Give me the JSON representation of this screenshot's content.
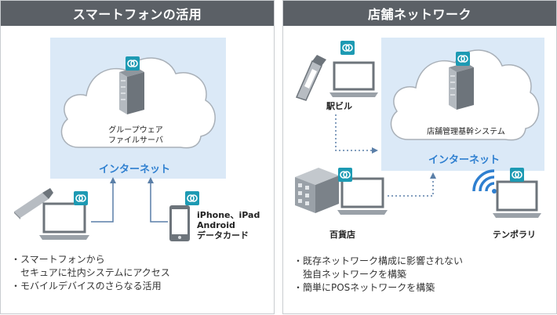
{
  "left_panel": {
    "title": "スマートフォンの活用",
    "server_label_line1": "グループウェア",
    "server_label_line2": "ファイルサーバ",
    "internet_label": "インターネット",
    "devices_label_line1": "iPhone、iPad",
    "devices_label_line2": "Android",
    "devices_label_line3": "データカード",
    "bullets": [
      "・スマートフォンから",
      "　セキュアに社内システムにアクセス",
      "・モバイルデバイスのさらなる活用"
    ]
  },
  "right_panel": {
    "title": "店舗ネットワーク",
    "station_label": "駅ビル",
    "system_label": "店舗管理基幹システム",
    "internet_label": "インターネット",
    "dept_store_label": "百貨店",
    "hotspot_label": "テンポラリ",
    "bullets": [
      "・既存ネットワーク構成に影響されない",
      "　独自ネットワークを構築",
      "・簡単にPOSネットワークを構築"
    ]
  },
  "colors": {
    "header_bg": "#5b6066",
    "internet_bg": "#dbe9f7",
    "accent_blue": "#2e7fd0",
    "badge_teal": "#1d9ab3"
  }
}
